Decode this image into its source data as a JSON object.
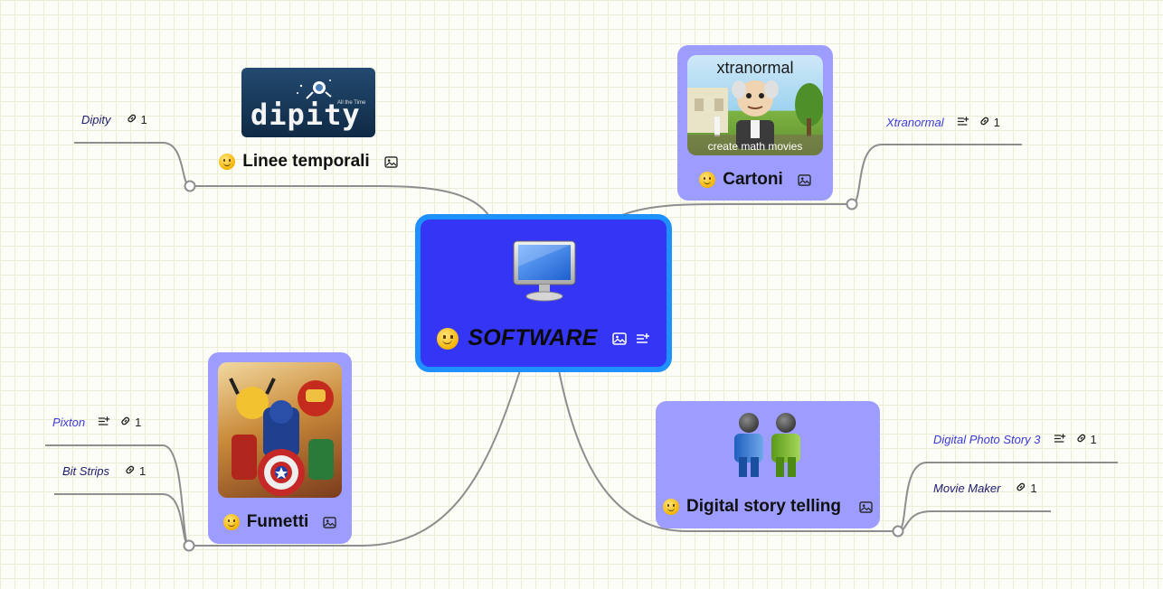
{
  "central": {
    "label": "SOFTWARE"
  },
  "topics": {
    "linee": {
      "label": "Linee temporali",
      "image_text": "dipity",
      "image_subtext": "All the Time"
    },
    "cartoni": {
      "label": "Cartoni",
      "image_title": "xtranormal",
      "image_caption": "create math movies"
    },
    "fumetti": {
      "label": "Fumetti"
    },
    "dst": {
      "label": "Digital story telling"
    }
  },
  "leaves": {
    "dipity": {
      "label": "Dipity",
      "links": "1"
    },
    "xtranormal": {
      "label": "Xtranormal",
      "links": "1"
    },
    "pixton": {
      "label": "Pixton",
      "links": "1"
    },
    "bitstrips": {
      "label": "Bit Strips",
      "links": "1"
    },
    "photostory": {
      "label": "Digital Photo Story 3",
      "links": "1"
    },
    "moviemaker": {
      "label": "Movie Maker",
      "links": "1"
    }
  },
  "colors": {
    "central_fill": "#3535f5",
    "central_border": "#1e90ff",
    "topic_fill": "#9d9dff",
    "connector": "#8e8e8e",
    "leaf_text_link": "#3a3ad8",
    "leaf_text_dark": "#1b1b6b"
  },
  "icons": [
    "monitor-icon",
    "image-icon",
    "notes-icon",
    "link-icon",
    "people-icon",
    "smiley-icon"
  ]
}
